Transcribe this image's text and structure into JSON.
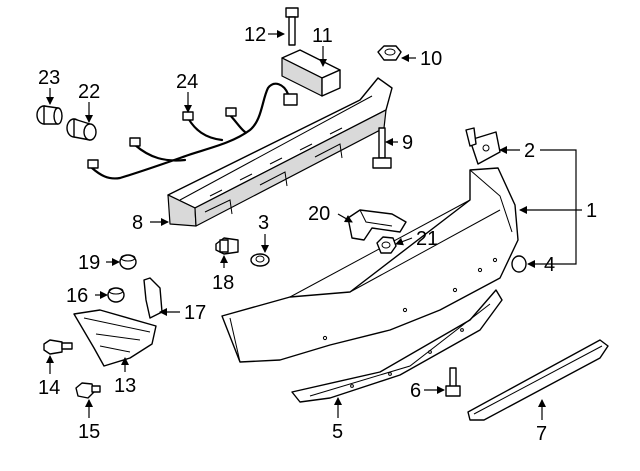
{
  "diagram": {
    "callouts": {
      "c1": "1",
      "c2": "2",
      "c3": "3",
      "c4": "4",
      "c5": "5",
      "c6": "6",
      "c7": "7",
      "c8": "8",
      "c9": "9",
      "c10": "10",
      "c11": "11",
      "c12": "12",
      "c13": "13",
      "c14": "14",
      "c15": "15",
      "c16": "16",
      "c17": "17",
      "c18": "18",
      "c19": "19",
      "c20": "20",
      "c21": "21",
      "c22": "22",
      "c23": "23",
      "c24": "24"
    },
    "colors": {
      "line": "#000000",
      "fill": "#ffffff",
      "shade": "#d9d9d9"
    },
    "style": "exploded parts diagram, rear bumper assembly"
  }
}
